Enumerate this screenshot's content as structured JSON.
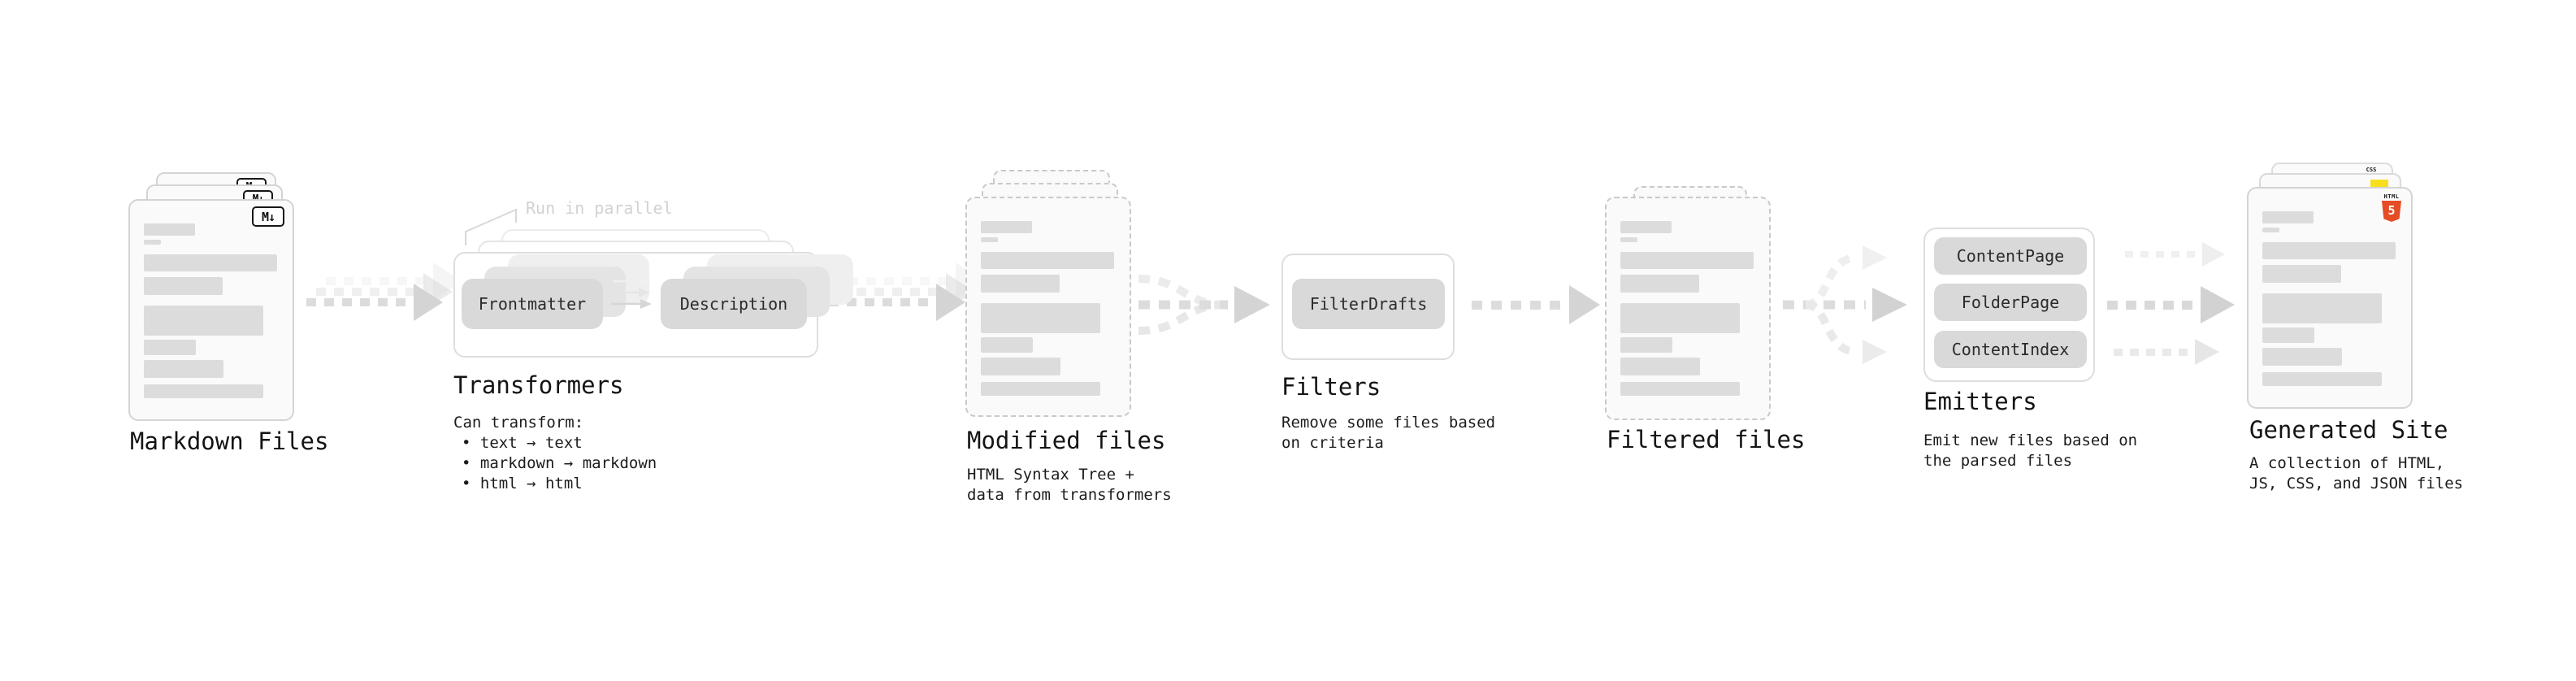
{
  "stages": {
    "markdown_files": {
      "label": "Markdown Files",
      "badge": "M↓"
    },
    "transformers": {
      "label": "Transformers",
      "annotation": "Run in parallel",
      "boxes": [
        "Frontmatter",
        "Description"
      ],
      "note_title": "Can transform:",
      "note_items": [
        "• text → text",
        "• markdown → markdown",
        "• html → html"
      ]
    },
    "modified_files": {
      "label": "Modified files",
      "note_lines": [
        "HTML Syntax Tree +",
        "data from transformers"
      ]
    },
    "filters": {
      "label": "Filters",
      "boxes": [
        "FilterDrafts"
      ],
      "note_lines": [
        "Remove some files based",
        "on criteria"
      ]
    },
    "filtered_files": {
      "label": "Filtered files"
    },
    "emitters": {
      "label": "Emitters",
      "boxes": [
        "ContentPage",
        "FolderPage",
        "ContentIndex"
      ],
      "note_lines": [
        "Emit new files based on",
        "the parsed files"
      ]
    },
    "generated_site": {
      "label": "Generated Site",
      "note_lines": [
        "A collection of HTML,",
        "JS, CSS, and JSON files"
      ],
      "badges": {
        "html_label": "HTML",
        "html_number": "5",
        "css_label": "CSS"
      }
    }
  },
  "colors": {
    "background": "#ffffff",
    "text": "#1a1a1a",
    "muted_annotation": "#d2d2d2",
    "doc_fill": "#fafafa",
    "doc_border": "#d4d4d4",
    "dashed_border": "#c9c9c9",
    "bar_fill": "#dcdcdc",
    "button_fill": "#d9d9d9",
    "arrow_dash": "#dcdcdc",
    "arrow_head": "#d4d4d4",
    "html5_orange": "#e44d26",
    "js_yellow": "#f7df1e",
    "css_blue": "#2965f1"
  },
  "placeholder_bars": [
    {
      "w": 63,
      "h": 15,
      "mt": 28
    },
    {
      "w": 21,
      "h": 6,
      "mt": 5
    },
    {
      "w": 164,
      "h": 21,
      "mt": 12
    },
    {
      "w": 97,
      "h": 22,
      "mt": 7
    },
    {
      "w": 147,
      "h": 37,
      "mt": 13
    },
    {
      "w": 64,
      "h": 19,
      "mt": 5
    },
    {
      "w": 98,
      "h": 22,
      "mt": 6
    },
    {
      "w": 147,
      "h": 17,
      "mt": 8
    }
  ]
}
